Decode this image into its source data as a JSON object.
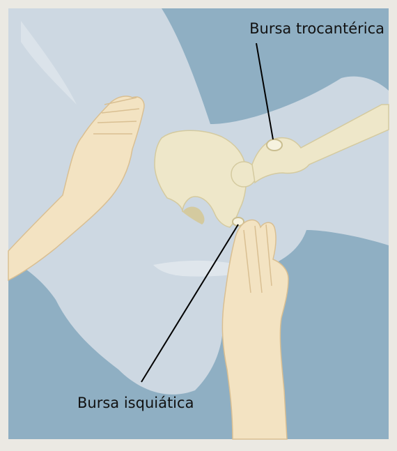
{
  "labels": {
    "trochanteric_bursa": "Bursa trocantérica",
    "ischial_bursa": "Bursa isquiática"
  },
  "colors": {
    "page_background": "#ebe9e3",
    "panel_background": "#8fafc3",
    "body_silhouette": "#cdd8e2",
    "bone": "#eee7c9",
    "bone_shadow": "#d4ca9f",
    "skin": "#f3e3c2",
    "skin_shadow": "#d9bf92",
    "bursa": "#f6f2df",
    "leader_line": "#000000"
  },
  "icons": {
    "figure": "hip-bursae-illustration"
  }
}
